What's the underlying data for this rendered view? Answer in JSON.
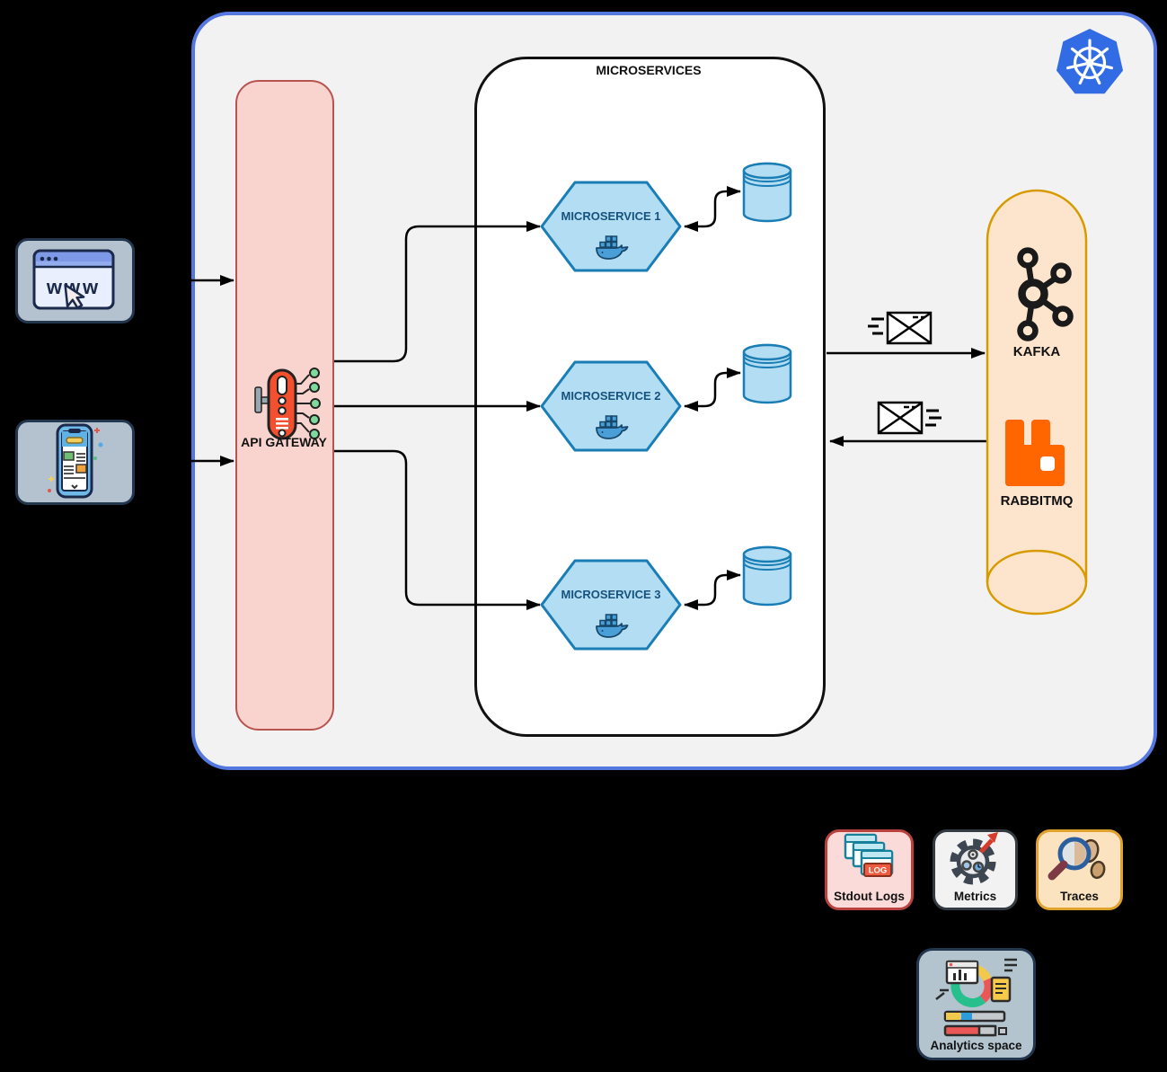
{
  "diagram": {
    "clients": {
      "web": {
        "label": "www",
        "icon": "browser-www-cursor-icon"
      },
      "mobile": {
        "icon": "smartphone-app-icon"
      }
    },
    "platform": {
      "kubernetes_icon": "kubernetes-wheel-icon",
      "gateway": {
        "label": "API GATEWAY",
        "icon": "api-gateway-icon"
      },
      "microservices": {
        "title": "MICROSERVICES",
        "services": [
          {
            "label": "MICROSERVICE 1",
            "icon": "docker-whale-icon",
            "storage_icon": "database-cylinder-icon"
          },
          {
            "label": "MICROSERVICE 2",
            "icon": "docker-whale-icon",
            "storage_icon": "database-cylinder-icon"
          },
          {
            "label": "MICROSERVICE 3",
            "icon": "docker-whale-icon",
            "storage_icon": "database-cylinder-icon"
          }
        ]
      },
      "messaging": {
        "kafka": {
          "label": "KAFKA",
          "icon": "kafka-network-icon"
        },
        "rabbitmq": {
          "label": "RABBITMQ",
          "icon": "rabbitmq-logo-icon"
        },
        "mail_icon": "envelope-speeding-icon"
      }
    },
    "observability": {
      "stdout_logs": {
        "label": "Stdout Logs",
        "badge": "LOG",
        "icon": "stacked-log-files-icon"
      },
      "metrics": {
        "label": "Metrics",
        "icon": "gear-rising-arrow-icon"
      },
      "traces": {
        "label": "Traces",
        "icon": "magnifier-footprints-icon"
      },
      "analytics": {
        "label": "Analytics space",
        "icon": "dashboard-donut-chart-icon"
      }
    },
    "colors": {
      "canvas_bg": "#000000",
      "platform_fill": "#F2F2F3",
      "platform_border": "#5577E0",
      "gateway_fill": "#F9D4CE",
      "gateway_border": "#B85450",
      "microservices_fill": "#FFFFFF",
      "microservices_border": "#111111",
      "service_fill": "#B3DDF2",
      "service_border": "#1A7DB5",
      "service_text": "#15527D",
      "queue_fill": "#FCE5CC",
      "queue_border": "#D79B00",
      "kubernetes_blue": "#326CE5",
      "rabbitmq_orange": "#FF6600",
      "logs_fill": "#FADBDA",
      "logs_border": "#B8423E",
      "metrics_fill": "#F2F2F2",
      "metrics_border": "#343A42",
      "traces_fill": "#FBE3C0",
      "traces_border": "#DFA32D",
      "client_fill": "#B3C2CE",
      "client_border": "#22364E",
      "connector": "#000000"
    }
  }
}
